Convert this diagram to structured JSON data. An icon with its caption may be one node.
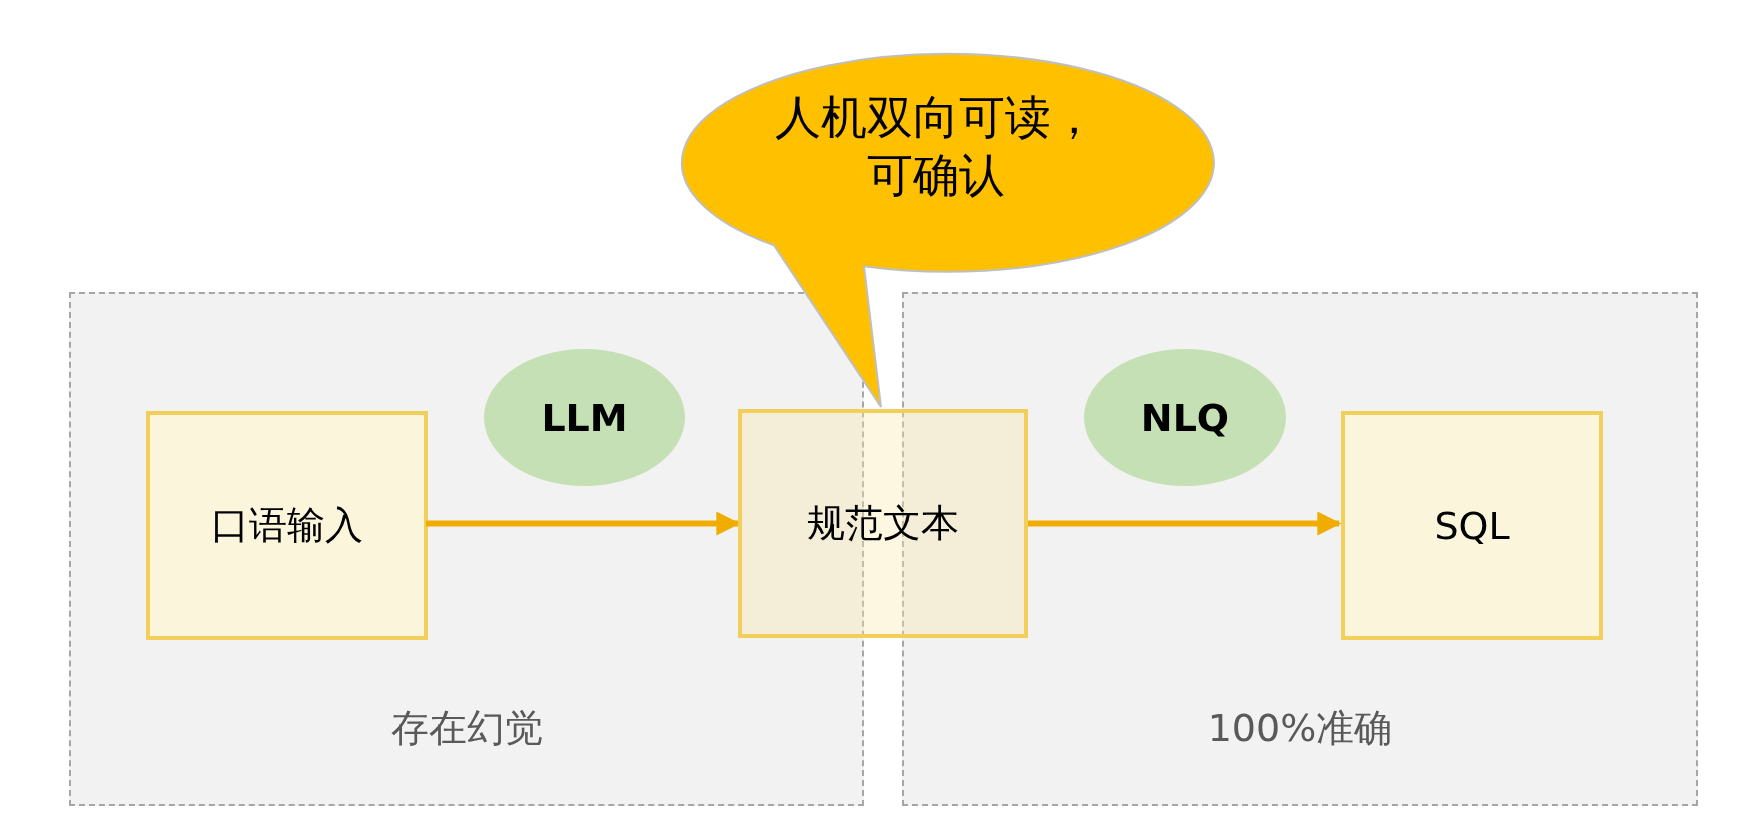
{
  "diagram": {
    "nodes": [
      {
        "text": [
          "存在幻觉"
        ]
      },
      {
        "text": [
          "口语输入"
        ],
        "in": 0
      },
      {
        "text": [
          "LLM"
        ],
        "in": 0
      },
      {
        "text": [
          "人机双向可读，可确认"
        ]
      },
      {
        "text": [
          "100%准确"
        ]
      },
      {
        "text": [
          "规范文本"
        ]
      },
      {
        "text": [
          "NLQ"
        ],
        "in": 4
      },
      {
        "text": [
          "SQL"
        ],
        "in": 4
      }
    ],
    "edges": [
      {
        "from": 1,
        "to": 5,
        "arrow": "to"
      },
      {
        "from": 5,
        "to": 7,
        "arrow": "to"
      }
    ]
  }
}
